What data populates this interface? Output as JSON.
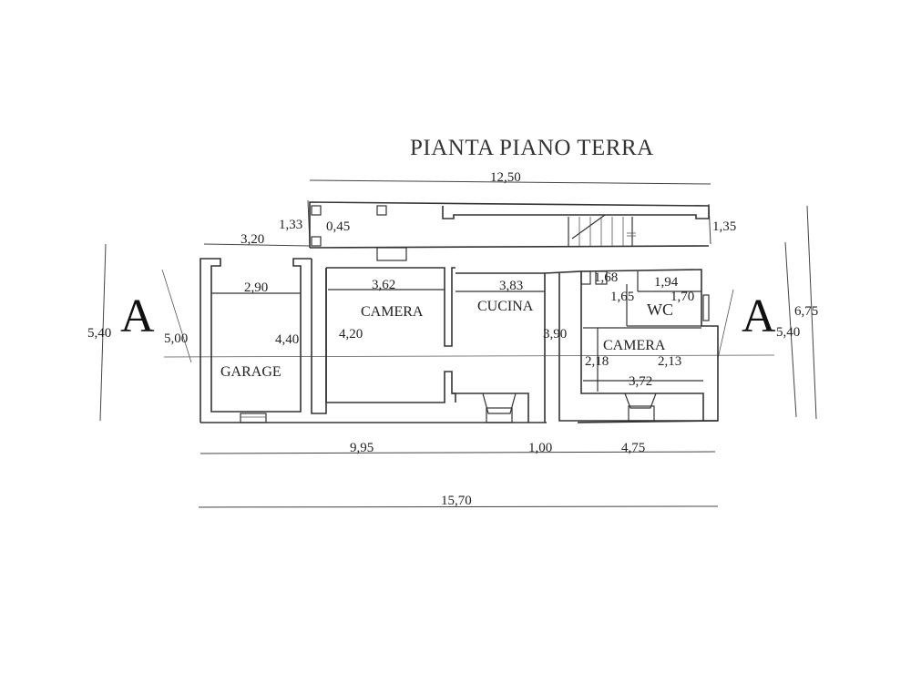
{
  "title": "PIANTA PIANO TERRA",
  "rooms": {
    "garage": "GARAGE",
    "camera1": "CAMERA",
    "cucina": "CUCINA",
    "wc": "WC",
    "camera2": "CAMERA"
  },
  "section_labels": {
    "left": "A",
    "right": "A"
  },
  "dimensions": {
    "d_12_50": "12,50",
    "d_1_33": "1,33",
    "d_0_45": "0,45",
    "d_1_35": "1,35",
    "d_3_20": "3,20",
    "d_2_90": "2,90",
    "d_3_62": "3,62",
    "d_3_83": "3,83",
    "d_1_68": "1,68",
    "d_1_94": "1,94",
    "d_1_65": "1,65",
    "d_1_70": "1,70",
    "d_5_40_left": "5,40",
    "d_5_00": "5,00",
    "d_4_40": "4,40",
    "d_4_20": "4,20",
    "d_3_90": "3,90",
    "d_2_18": "2,18",
    "d_2_13": "2,13",
    "d_3_72": "3,72",
    "d_5_40_right": "5,40",
    "d_6_75": "6,75",
    "d_9_95": "9,95",
    "d_1_00": "1,00",
    "d_4_75": "4,75",
    "d_15_70": "15,70"
  }
}
